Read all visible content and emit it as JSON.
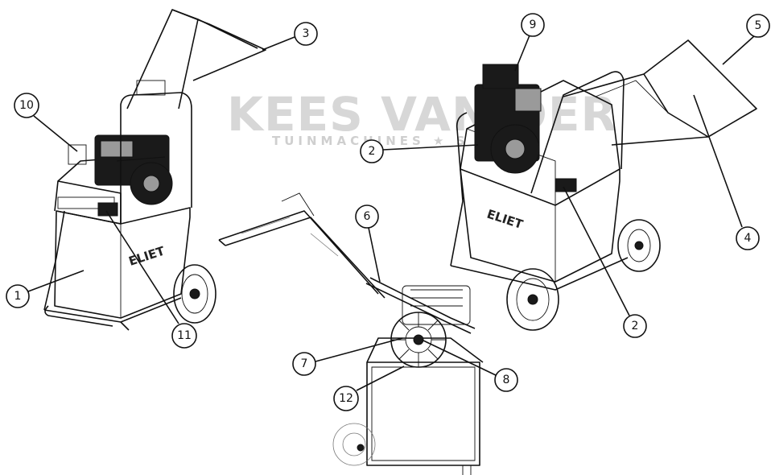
{
  "watermark": {
    "name": "KEES VAN DER",
    "tagline": "TUINMACHINES ★ S"
  },
  "brand_plate": "ELIET",
  "callouts": [
    {
      "id": "c1",
      "label": "1"
    },
    {
      "id": "c2a",
      "label": "2"
    },
    {
      "id": "c2b",
      "label": "2"
    },
    {
      "id": "c3",
      "label": "3"
    },
    {
      "id": "c4",
      "label": "4"
    },
    {
      "id": "c5",
      "label": "5"
    },
    {
      "id": "c6",
      "label": "6"
    },
    {
      "id": "c7",
      "label": "7"
    },
    {
      "id": "c8",
      "label": "8"
    },
    {
      "id": "c9",
      "label": "9"
    },
    {
      "id": "c10",
      "label": "10"
    },
    {
      "id": "c11",
      "label": "11"
    },
    {
      "id": "c12",
      "label": "12"
    }
  ]
}
